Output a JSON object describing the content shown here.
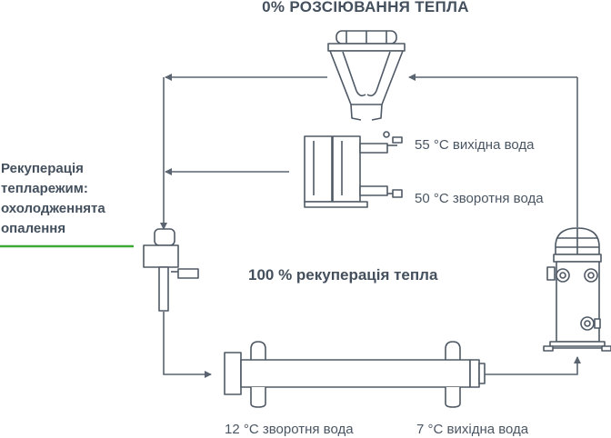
{
  "title": "0% РОЗСІЮВАННЯ ТЕПЛА",
  "mode_label_lines": [
    "Рекуперація",
    "тепларежим:",
    "охолодженнята",
    "опалення"
  ],
  "center_label": "100 % рекуперація тепла",
  "temps": {
    "hot_out": "55 °C вихідна вода",
    "hot_return": "50 °C зворотня вода",
    "cold_return": "12 °C зворотня вода",
    "cold_out": "7 °C  вихідна вода"
  },
  "colors": {
    "line": "#5a6470",
    "accent": "#3aaa35"
  }
}
